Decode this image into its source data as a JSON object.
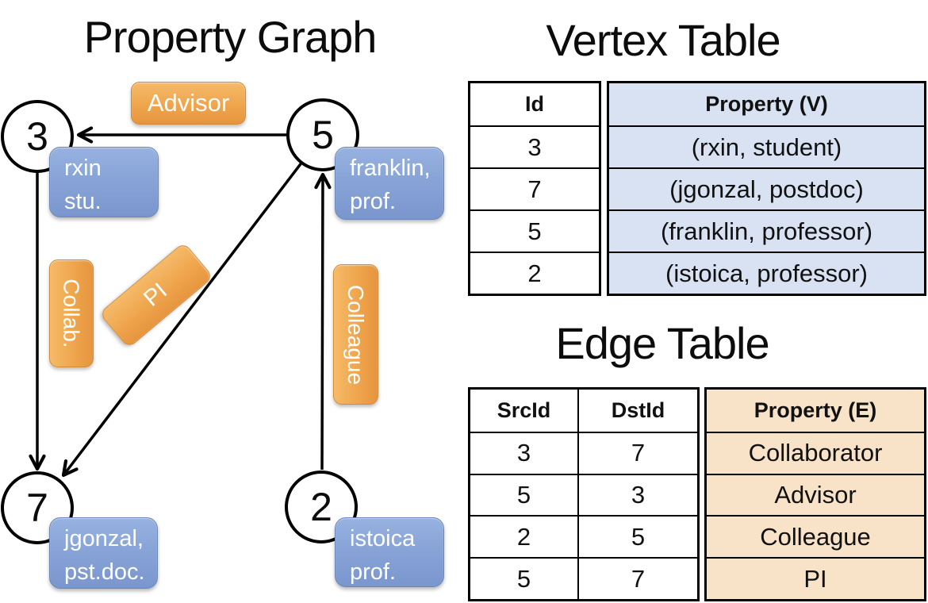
{
  "graph": {
    "title": "Property Graph",
    "nodes": [
      {
        "id": "3",
        "label_line1": "rxin",
        "label_line2": "stu."
      },
      {
        "id": "5",
        "label_line1": "franklin,",
        "label_line2": "prof."
      },
      {
        "id": "7",
        "label_line1": "jgonzal,",
        "label_line2": "pst.doc."
      },
      {
        "id": "2",
        "label_line1": "istoica",
        "label_line2": "prof."
      }
    ],
    "edge_labels": [
      {
        "label": "Advisor"
      },
      {
        "label": "Collab."
      },
      {
        "label": "PI"
      },
      {
        "label": "Colleague"
      }
    ]
  },
  "vertex_table": {
    "title": "Vertex Table",
    "col_id": "Id",
    "col_property": "Property (V)",
    "rows": [
      {
        "id": "3",
        "property": "(rxin, student)"
      },
      {
        "id": "7",
        "property": "(jgonzal, postdoc)"
      },
      {
        "id": "5",
        "property": "(franklin, professor)"
      },
      {
        "id": "2",
        "property": "(istoica, professor)"
      }
    ]
  },
  "edge_table": {
    "title": "Edge Table",
    "col_src": "SrcId",
    "col_dst": "DstId",
    "col_property": "Property (E)",
    "rows": [
      {
        "src": "3",
        "dst": "7",
        "property": "Collaborator"
      },
      {
        "src": "5",
        "dst": "3",
        "property": "Advisor"
      },
      {
        "src": "2",
        "dst": "5",
        "property": "Colleague"
      },
      {
        "src": "5",
        "dst": "7",
        "property": "PI"
      }
    ]
  },
  "colors": {
    "edge_label_orange": "#efa54d",
    "node_property_blue": "#84a0d4",
    "vertex_property_cell": "#d9e2f2",
    "edge_property_cell": "#f8e2c8"
  }
}
